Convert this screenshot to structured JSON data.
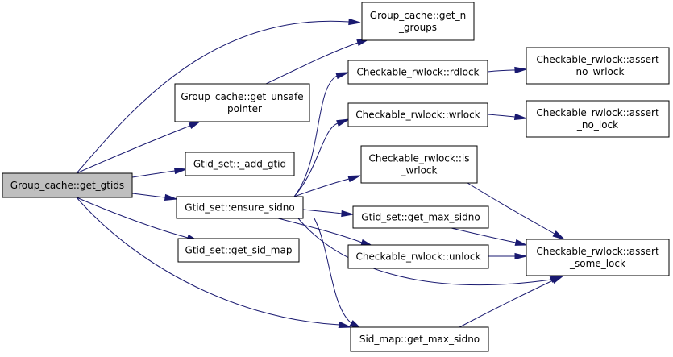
{
  "diagram": {
    "nodes": {
      "get_gtids": {
        "lines": [
          "Group_cache::get_gtids"
        ],
        "highlighted": true
      },
      "get_n_groups": {
        "lines": [
          "Group_cache::get_n",
          "_groups"
        ]
      },
      "get_unsafe_pointer": {
        "lines": [
          "Group_cache::get_unsafe",
          "_pointer"
        ]
      },
      "add_gtid": {
        "lines": [
          "Gtid_set::_add_gtid"
        ]
      },
      "ensure_sidno": {
        "lines": [
          "Gtid_set::ensure_sidno"
        ]
      },
      "get_sid_map": {
        "lines": [
          "Gtid_set::get_sid_map"
        ]
      },
      "rdlock": {
        "lines": [
          "Checkable_rwlock::rdlock"
        ]
      },
      "wrlock": {
        "lines": [
          "Checkable_rwlock::wrlock"
        ]
      },
      "is_wrlock": {
        "lines": [
          "Checkable_rwlock::is",
          "_wrlock"
        ]
      },
      "gtid_get_max_sidno": {
        "lines": [
          "Gtid_set::get_max_sidno"
        ]
      },
      "unlock": {
        "lines": [
          "Checkable_rwlock::unlock"
        ]
      },
      "sid_get_max_sidno": {
        "lines": [
          "Sid_map::get_max_sidno"
        ]
      },
      "assert_no_wrlock": {
        "lines": [
          "Checkable_rwlock::assert",
          "_no_wrlock"
        ]
      },
      "assert_no_lock": {
        "lines": [
          "Checkable_rwlock::assert",
          "_no_lock"
        ]
      },
      "assert_some_lock": {
        "lines": [
          "Checkable_rwlock::assert",
          "_some_lock"
        ]
      }
    },
    "edges": [
      {
        "from": "get_gtids",
        "to": "get_n_groups"
      },
      {
        "from": "get_gtids",
        "to": "get_unsafe_pointer"
      },
      {
        "from": "get_gtids",
        "to": "add_gtid"
      },
      {
        "from": "get_gtids",
        "to": "ensure_sidno"
      },
      {
        "from": "get_gtids",
        "to": "get_sid_map"
      },
      {
        "from": "get_gtids",
        "to": "sid_get_max_sidno"
      },
      {
        "from": "get_unsafe_pointer",
        "to": "get_n_groups"
      },
      {
        "from": "ensure_sidno",
        "to": "rdlock"
      },
      {
        "from": "ensure_sidno",
        "to": "wrlock"
      },
      {
        "from": "ensure_sidno",
        "to": "is_wrlock"
      },
      {
        "from": "ensure_sidno",
        "to": "gtid_get_max_sidno"
      },
      {
        "from": "ensure_sidno",
        "to": "unlock"
      },
      {
        "from": "ensure_sidno",
        "to": "assert_some_lock"
      },
      {
        "from": "ensure_sidno",
        "to": "sid_get_max_sidno"
      },
      {
        "from": "rdlock",
        "to": "assert_no_wrlock"
      },
      {
        "from": "wrlock",
        "to": "assert_no_lock"
      },
      {
        "from": "is_wrlock",
        "to": "assert_some_lock"
      },
      {
        "from": "gtid_get_max_sidno",
        "to": "assert_some_lock"
      },
      {
        "from": "unlock",
        "to": "assert_some_lock"
      },
      {
        "from": "sid_get_max_sidno",
        "to": "assert_some_lock"
      }
    ],
    "colors": {
      "edge": "#191970",
      "node_fill": "#ffffff",
      "highlight_fill": "#bfbfbf",
      "border": "#000000"
    }
  }
}
